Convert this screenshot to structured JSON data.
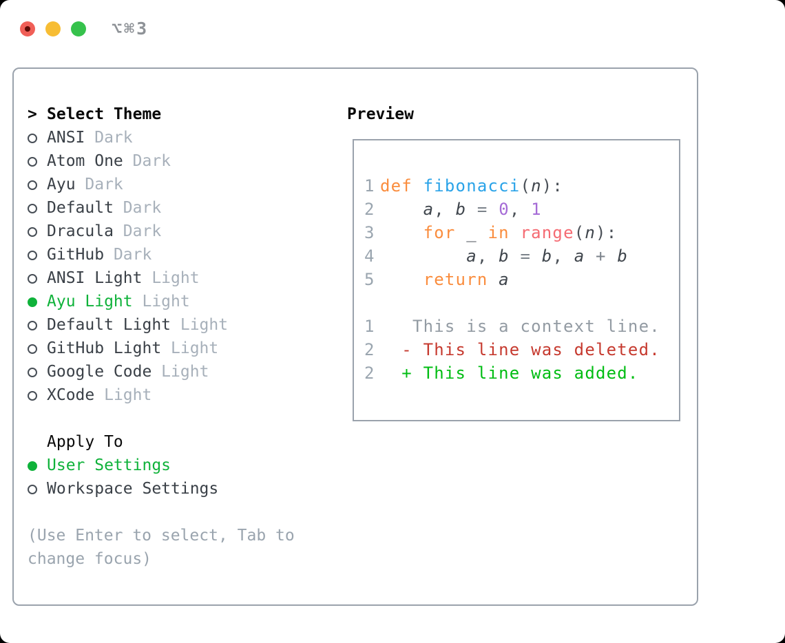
{
  "titlebar": {
    "title": "⌥⌘3"
  },
  "theme_panel": {
    "heading": "Select Theme",
    "cursor": ">",
    "items": [
      {
        "name": "ANSI",
        "variant": "Dark",
        "selected": false
      },
      {
        "name": "Atom One",
        "variant": "Dark",
        "selected": false
      },
      {
        "name": "Ayu",
        "variant": "Dark",
        "selected": false
      },
      {
        "name": "Default",
        "variant": "Dark",
        "selected": false
      },
      {
        "name": "Dracula",
        "variant": "Dark",
        "selected": false
      },
      {
        "name": "GitHub",
        "variant": "Dark",
        "selected": false
      },
      {
        "name": "ANSI Light",
        "variant": "Light",
        "selected": false
      },
      {
        "name": "Ayu Light",
        "variant": "Light",
        "selected": true
      },
      {
        "name": "Default Light",
        "variant": "Light",
        "selected": false
      },
      {
        "name": "GitHub Light",
        "variant": "Light",
        "selected": false
      },
      {
        "name": "Google Code",
        "variant": "Light",
        "selected": false
      },
      {
        "name": "XCode",
        "variant": "Light",
        "selected": false
      }
    ],
    "apply_heading": "Apply To",
    "apply_options": [
      {
        "label": "User Settings",
        "selected": true
      },
      {
        "label": "Workspace Settings",
        "selected": false
      }
    ],
    "hint": "(Use Enter to select, Tab to change focus)"
  },
  "preview": {
    "heading": "Preview",
    "code_lines": [
      {
        "num": "1",
        "tokens": [
          [
            "kw",
            "def "
          ],
          [
            "fn",
            "fibonacci"
          ],
          [
            "pn",
            "("
          ],
          [
            "id",
            "n"
          ],
          [
            "pn",
            "):"
          ]
        ]
      },
      {
        "num": "2",
        "tokens": [
          [
            "pn",
            "    "
          ],
          [
            "id",
            "a"
          ],
          [
            "pn",
            ", "
          ],
          [
            "id",
            "b"
          ],
          [
            "op",
            " = "
          ],
          [
            "num",
            "0"
          ],
          [
            "pn",
            ", "
          ],
          [
            "num",
            "1"
          ]
        ]
      },
      {
        "num": "3",
        "tokens": [
          [
            "pn",
            "    "
          ],
          [
            "kw",
            "for "
          ],
          [
            "id",
            "_"
          ],
          [
            "kw",
            " in "
          ],
          [
            "call",
            "range"
          ],
          [
            "pn",
            "("
          ],
          [
            "id",
            "n"
          ],
          [
            "pn",
            "):"
          ]
        ]
      },
      {
        "num": "4",
        "tokens": [
          [
            "pn",
            "        "
          ],
          [
            "id",
            "a"
          ],
          [
            "pn",
            ", "
          ],
          [
            "id",
            "b"
          ],
          [
            "op",
            " = "
          ],
          [
            "id",
            "b"
          ],
          [
            "pn",
            ", "
          ],
          [
            "id",
            "a"
          ],
          [
            "op",
            " + "
          ],
          [
            "id",
            "b"
          ]
        ]
      },
      {
        "num": "5",
        "tokens": [
          [
            "pn",
            "    "
          ],
          [
            "kw",
            "return "
          ],
          [
            "id",
            "a"
          ]
        ]
      }
    ],
    "diff_lines": [
      {
        "num": "1",
        "kind": "context",
        "text": "   This is a context line."
      },
      {
        "num": "2",
        "kind": "deleted",
        "text": "  - This line was deleted."
      },
      {
        "num": "2",
        "kind": "added",
        "text": "  + This line was added."
      }
    ]
  },
  "colors": {
    "accent_green": "#0fb23a",
    "keyword_orange": "#fa8d3e",
    "function_blue": "#2aa3e8",
    "builtin_coral": "#f56b73",
    "number_purple": "#a56bd6",
    "diff_deleted_red": "#c63a2f",
    "diff_added_green": "#00bd13",
    "muted_gray": "#a7b0ba",
    "text_dark": "#3a4047",
    "border_gray": "#9aa2ac",
    "traffic_red": "#f05f57",
    "traffic_yellow": "#f7bd34",
    "traffic_green": "#36c24c"
  }
}
